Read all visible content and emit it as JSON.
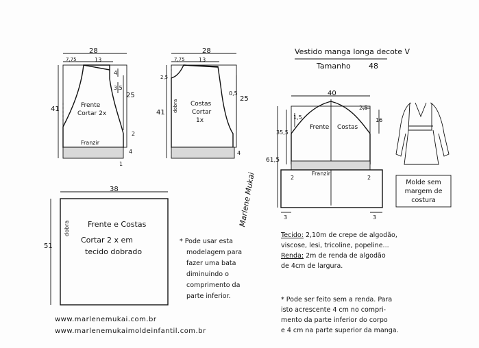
{
  "title": {
    "line1": "Vestido manga longa decote V",
    "line2": "Tamanho",
    "size": "48"
  },
  "front_bodice": {
    "width": "28",
    "neck": "7,75",
    "shoulder": "13",
    "v4": "4",
    "v35": "3,5",
    "height25": "25",
    "height41": "41",
    "label1": "Frente",
    "label2": "Cortar 2x",
    "gather": "Franzir",
    "r2": "2",
    "r4": "4",
    "r1": "1"
  },
  "back_bodice": {
    "width": "28",
    "neck": "7,75",
    "shoulder": "13",
    "v25": "2,5",
    "v05": "0,5",
    "height25": "25",
    "height41": "41",
    "label1": "Costas",
    "label2": "Cortar",
    "label3": "1x",
    "fold": "dobra",
    "r4": "4"
  },
  "sleeve": {
    "width": "40",
    "v15": "1,5",
    "v25": "2,5",
    "v355": "35,5",
    "v16": "16",
    "v615": "61,5",
    "label_front": "Frente",
    "label_back": "Costas",
    "gather": "Franzir",
    "r2a": "2",
    "r2b": "2",
    "r3a": "3",
    "r3b": "3"
  },
  "skirt": {
    "width": "38",
    "height": "51",
    "fold": "dobra",
    "label1": "Frente e Costas",
    "label2": "Cortar 2 x em",
    "label3": "tecido dobrado"
  },
  "note_blouse": {
    "l1": "* Pode usar esta",
    "l2": "modelagem para",
    "l3": "fazer uma bata",
    "l4": "diminuindo o",
    "l5": "comprimento da",
    "l6": "parte inferior."
  },
  "materials": {
    "tecido_label": "Tecido:",
    "tecido_text": "2,10m de crepe de algodão,",
    "tecido_text2": "viscose, lesi, tricoline, popeline...",
    "renda_label": "Renda:",
    "renda_text": "2m de renda de algodão",
    "renda_text2": "de 4cm de largura."
  },
  "note_lace": {
    "l1": "* Pode ser feito sem a renda. Para",
    "l2": "isto acrescente 4 cm no compri-",
    "l3": "mento da parte inferior do corpo",
    "l4": "e 4 cm na parte superior da manga."
  },
  "seam_note": {
    "l1": "Molde sem",
    "l2": "margem de",
    "l3": "costura"
  },
  "websites": {
    "site1": "www.marlenemukai.com.br",
    "site2": "www.marlenemukaimoldeinfantil.com.br"
  },
  "signature": "Marlene Mukai"
}
